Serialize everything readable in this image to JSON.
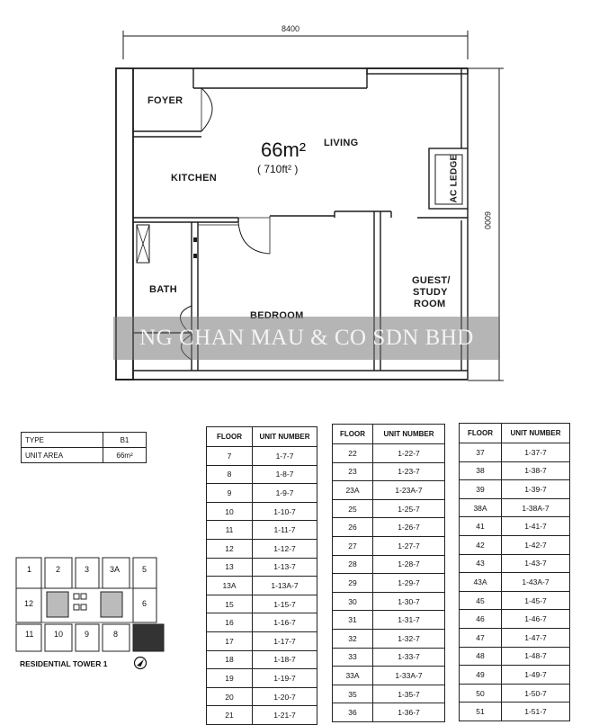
{
  "plan": {
    "dim_top": "8400",
    "dim_right": "6000",
    "area_m2": "66m²",
    "area_ft2": "( 710ft² )",
    "rooms": {
      "foyer": "FOYER",
      "living": "LIVING",
      "kitchen": "KITCHEN",
      "ac_ledge": "AC LEDGE",
      "bath": "BATH",
      "bedroom": "BEDROOM",
      "guest": "GUEST/",
      "study": "STUDY",
      "room": "ROOM"
    },
    "watermark": "NG CHAN MAU & CO SDN BHD"
  },
  "type_table": {
    "rows": [
      {
        "label": "TYPE",
        "value": "B1"
      },
      {
        "label": "UNIT AREA",
        "value": "66m²"
      }
    ]
  },
  "key_plan": {
    "units_top": [
      "1",
      "2",
      "3",
      "3A",
      "5"
    ],
    "units_mid_left": "12",
    "units_mid_right": "6",
    "units_bottom": [
      "11",
      "10",
      "9",
      "8"
    ],
    "caption": "RESIDENTIAL TOWER 1"
  },
  "floor_tables": {
    "headers": {
      "floor": "FLOOR",
      "unit": "UNIT NUMBER"
    },
    "table1": [
      [
        "7",
        "1-7-7"
      ],
      [
        "8",
        "1-8-7"
      ],
      [
        "9",
        "1-9-7"
      ],
      [
        "10",
        "1-10-7"
      ],
      [
        "11",
        "1-11-7"
      ],
      [
        "12",
        "1-12-7"
      ],
      [
        "13",
        "1-13-7"
      ],
      [
        "13A",
        "1-13A-7"
      ],
      [
        "15",
        "1-15-7"
      ],
      [
        "16",
        "1-16-7"
      ],
      [
        "17",
        "1-17-7"
      ],
      [
        "18",
        "1-18-7"
      ],
      [
        "19",
        "1-19-7"
      ],
      [
        "20",
        "1-20-7"
      ],
      [
        "21",
        "1-21-7"
      ]
    ],
    "table2": [
      [
        "22",
        "1-22-7"
      ],
      [
        "23",
        "1-23-7"
      ],
      [
        "23A",
        "1-23A-7"
      ],
      [
        "25",
        "1-25-7"
      ],
      [
        "26",
        "1-26-7"
      ],
      [
        "27",
        "1-27-7"
      ],
      [
        "28",
        "1-28-7"
      ],
      [
        "29",
        "1-29-7"
      ],
      [
        "30",
        "1-30-7"
      ],
      [
        "31",
        "1-31-7"
      ],
      [
        "32",
        "1-32-7"
      ],
      [
        "33",
        "1-33-7"
      ],
      [
        "33A",
        "1-33A-7"
      ],
      [
        "35",
        "1-35-7"
      ],
      [
        "36",
        "1-36-7"
      ]
    ],
    "table3": [
      [
        "37",
        "1-37-7"
      ],
      [
        "38",
        "1-38-7"
      ],
      [
        "39",
        "1-39-7"
      ],
      [
        "38A",
        "1-38A-7"
      ],
      [
        "41",
        "1-41-7"
      ],
      [
        "42",
        "1-42-7"
      ],
      [
        "43",
        "1-43-7"
      ],
      [
        "43A",
        "1-43A-7"
      ],
      [
        "45",
        "1-45-7"
      ],
      [
        "46",
        "1-46-7"
      ],
      [
        "47",
        "1-47-7"
      ],
      [
        "48",
        "1-48-7"
      ],
      [
        "49",
        "1-49-7"
      ],
      [
        "50",
        "1-50-7"
      ],
      [
        "51",
        "1-51-7"
      ]
    ]
  }
}
